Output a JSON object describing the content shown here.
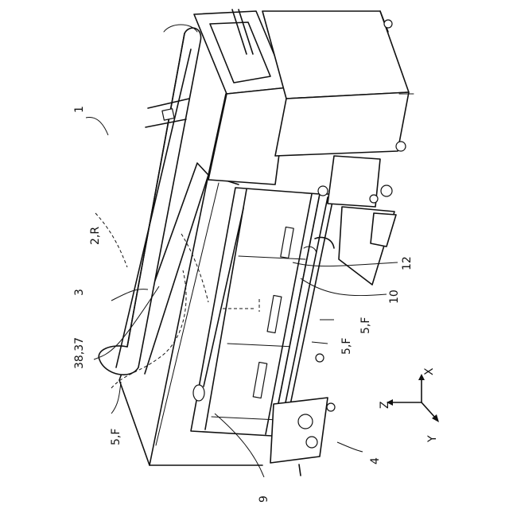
{
  "labels": {
    "ref_1": "1",
    "ref_2r": "2,R",
    "ref_3": "3",
    "ref_3837": "38,37",
    "ref_5f_left": "5,F",
    "ref_5f_mid": "5,F",
    "ref_5f_right": "5,F",
    "ref_12": "12",
    "ref_10": "10",
    "ref_9": "9",
    "ref_4": "4"
  },
  "axes": {
    "x": "X",
    "y": "Y",
    "z": "Z"
  }
}
